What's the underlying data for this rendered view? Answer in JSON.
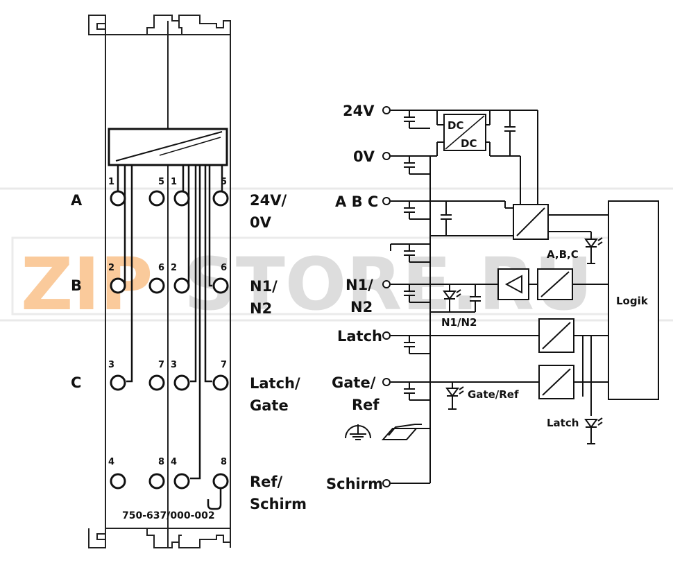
{
  "watermark": {
    "zip": "ZIP",
    "store": "STORE.RU",
    "color_zip": "#f6a04a",
    "color_store": "#c8c8c8"
  },
  "module": {
    "article_number": "750-637/000-002",
    "row_labels": [
      "A",
      "B",
      "C"
    ],
    "pin_numbers": [
      "1",
      "5",
      "1",
      "5",
      "2",
      "6",
      "2",
      "6",
      "3",
      "7",
      "3",
      "7",
      "4",
      "8",
      "4",
      "8"
    ],
    "terminal_labels": [
      {
        "line1": "24V/",
        "line2": "0V"
      },
      {
        "line1": "N1/",
        "line2": "N2"
      },
      {
        "line1": "Latch/",
        "line2": "Gate"
      },
      {
        "line1": "Ref/",
        "line2": "Schirm"
      }
    ]
  },
  "schematic": {
    "inputs": {
      "v24": "24V",
      "v0": "0V",
      "abc": "A B C",
      "n1n2_line1": "N1/",
      "n1n2_line2": "N2",
      "latch": "Latch",
      "gate_line1": "Gate/",
      "gate_line2": "Ref",
      "schirm": "Schirm"
    },
    "dcdc_top": "DC",
    "dcdc_bottom": "DC",
    "led_labels": {
      "abc": "A,B,C",
      "n1n2": "N1/N2",
      "gateref": "Gate/Ref",
      "latch": "Latch"
    },
    "logic_label": "Logik"
  }
}
